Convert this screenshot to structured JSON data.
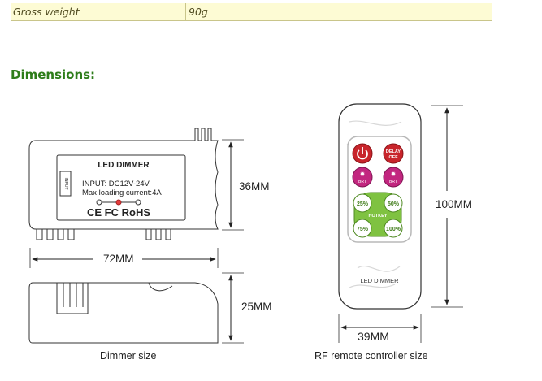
{
  "spec_row": {
    "label": "Gross weight",
    "value": "90g"
  },
  "heading": "Dimensions:",
  "dimmer": {
    "title": "LED DIMMER",
    "input_line": "INPUT:   DC12V-24V",
    "current_line": "Max loading current:4A",
    "cert_marks": "CE FC RoHS",
    "side_label": "INPUT",
    "height_dim": "36MM",
    "width_dim": "72MM",
    "depth_dim": "25MM",
    "caption": "Dimmer size"
  },
  "remote": {
    "buttons": {
      "delay_off": [
        "DELAY",
        "OFF"
      ],
      "brt_up": "BRT",
      "brt_down": "BRT",
      "p25": "25%",
      "p50": "50%",
      "p75": "75%",
      "p100": "100%",
      "hotkey": "HOTKEY"
    },
    "label": "LED DIMMER",
    "height_dim": "100MM",
    "width_dim": "39MM",
    "caption": "RF remote controller size"
  },
  "colors": {
    "heading": "#2e7d1a",
    "power_red": "#c8242b",
    "brt_magenta": "#c2267f",
    "preset_green": "#7fc241"
  }
}
